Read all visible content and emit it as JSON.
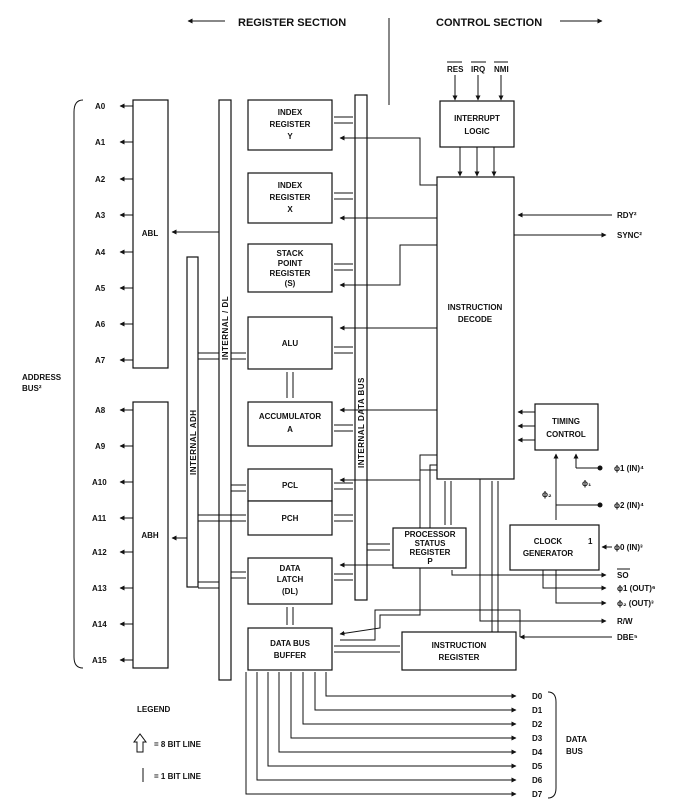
{
  "headers": {
    "register_section": "REGISTER SECTION",
    "control_section": "CONTROL SECTION"
  },
  "address_bus": {
    "label_line1": "ADDRESS",
    "label_line2": "BUS²",
    "lines": [
      "A0",
      "A1",
      "A2",
      "A3",
      "A4",
      "A5",
      "A6",
      "A7",
      "A8",
      "A9",
      "A10",
      "A11",
      "A12",
      "A13",
      "A14",
      "A15"
    ]
  },
  "blocks": {
    "abl": "ABL",
    "abh": "ABH",
    "index_y": [
      "INDEX",
      "REGISTER",
      "Y"
    ],
    "index_x": [
      "INDEX",
      "REGISTER",
      "X"
    ],
    "stack_pointer": [
      "STACK",
      "POINT",
      "REGISTER",
      "(S)"
    ],
    "alu": [
      "ALU"
    ],
    "accumulator": [
      "ACCUMULATOR",
      "A"
    ],
    "pcl": [
      "PCL"
    ],
    "pch": [
      "PCH"
    ],
    "data_latch": [
      "DATA",
      "LATCH",
      "(DL)"
    ],
    "data_bus_buffer": [
      "DATA BUS",
      "BUFFER"
    ],
    "interrupt_logic": [
      "INTERRUPT",
      "LOGIC"
    ],
    "instruction_decode": [
      "INSTRUCTION",
      "DECODE"
    ],
    "timing_control": [
      "TIMING",
      "CONTROL"
    ],
    "processor_status": [
      "PROCESSOR",
      "STATUS",
      "REGISTER",
      "P"
    ],
    "clock_generator": [
      "CLOCK",
      "GENERATOR"
    ],
    "clock_generator_num": "1",
    "instruction_register": [
      "INSTRUCTION",
      "REGISTER"
    ]
  },
  "buses": {
    "internal_dl": "INTERNAL / DL",
    "internal_adh": "INTERNAL ADH",
    "internal_data_bus": "INTERNAL DATA BUS"
  },
  "interrupt_inputs": [
    "RES",
    "IRQ",
    "NMI"
  ],
  "control_signals": {
    "rdy": "RDY²",
    "sync": "SYNC²",
    "phi1_in": "ϕ1 (IN)⁴",
    "phi2_in": "ϕ2 (IN)⁴",
    "phi0_in": "ϕ0 (IN)³",
    "so": "SO",
    "phi1_out": "ϕ1 (OUT)⁶",
    "phi2_out": "ϕ₂ (OUT)³",
    "rw": "R/W",
    "dbe": "DBE⁵",
    "phi2_lbl": "ϕ₂",
    "phi1_lbl": "ϕ₁"
  },
  "data_bus": {
    "label_line1": "DATA",
    "label_line2": "BUS",
    "lines": [
      "D0",
      "D1",
      "D2",
      "D3",
      "D4",
      "D5",
      "D6",
      "D7"
    ]
  },
  "legend": {
    "title": "LEGEND",
    "eight_bit": "= 8 BIT LINE",
    "one_bit": "= 1 BIT LINE"
  }
}
